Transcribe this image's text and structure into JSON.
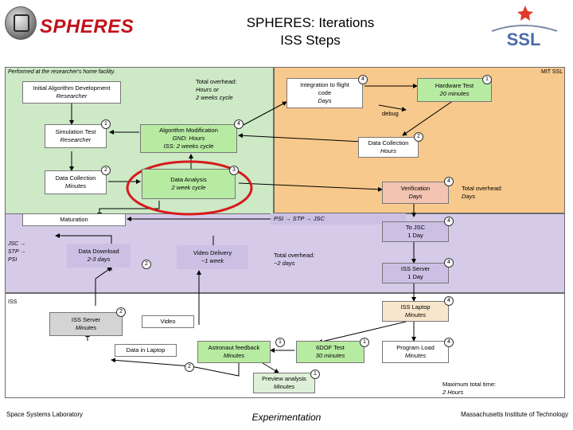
{
  "header": {
    "logo_text": "SPHERES",
    "title_line1": "SPHERES: Iterations",
    "title_line2": "ISS Steps",
    "mit_logo_text": "SSL"
  },
  "regions": {
    "home": "Performed at the researcher's home facility.",
    "mit": "MIT SSL",
    "transfer": "JSC → STP → PSI",
    "iss": "ISS"
  },
  "boxes": {
    "initial_dev": {
      "line1": "Initial Algorithm Development",
      "line2": "Researcher"
    },
    "total_overhead_home": {
      "line1": "Total overhead:",
      "line2": "Hours or",
      "line3": "2 weeks cycle"
    },
    "integration": {
      "line1": "Integration to flight",
      "line2": "code",
      "line3": "Days",
      "badge": "4"
    },
    "hardware_test": {
      "line1": "Hardware Test",
      "line2": "20 minutes",
      "badge": "1"
    },
    "debug": "debug",
    "simulation_test": {
      "line1": "Simulation Test",
      "line2": "Researcher",
      "badge": "1"
    },
    "algorithm_mod": {
      "line1": "Algorithm Modification",
      "line2": "GND: Hours",
      "line3": "ISS: 2 weeks cycle",
      "badge": "4"
    },
    "data_collection_mit": {
      "line1": "Data Collection",
      "line2": "Hours",
      "badge": "2"
    },
    "data_collection_home": {
      "line1": "Data Collection",
      "line2": "Minutes",
      "badge": "2"
    },
    "data_analysis": {
      "line1": "Data Analysis",
      "line2": "2 week cycle",
      "badge": "3"
    },
    "verification": {
      "line1": "Verification",
      "line2": "Days",
      "badge": "4"
    },
    "total_overhead_mit": {
      "line1": "Total overhead:",
      "line2": "Days"
    },
    "maturation": "Maturation",
    "psi_stp_jsc": "PSI → STP → JSC",
    "to_jsc": {
      "line1": "To JSC",
      "line2": "1 Day",
      "badge": "4"
    },
    "data_download": {
      "line1": "Data Download",
      "line2": "2-3 days"
    },
    "badge_2_xfer": "2",
    "video_delivery": {
      "line1": "Video Delivery",
      "line2": "~1 week"
    },
    "total_overhead_xfer": {
      "line1": "Total overhead:",
      "line2": "~2 days"
    },
    "iss_server_xfer": {
      "line1": "ISS Server",
      "line2": "1 Day",
      "badge": "4"
    },
    "iss_laptop": {
      "line1": "ISS Laptop",
      "line2": "Minutes",
      "badge": "4"
    },
    "iss_server_iss": {
      "line1": "ISS Server",
      "line2": "Minutes",
      "badge": "2"
    },
    "video": "Video",
    "data_in_laptop": "Data in Laptop",
    "astronaut_feedback": {
      "line1": "Astronaut feedback",
      "line2": "Minutes",
      "badge": "1"
    },
    "sixdof_test": {
      "line1": "6DOF Test",
      "line2": "30 minutes",
      "badge": "1"
    },
    "program_load": {
      "line1": "Program Load",
      "line2": "Minutes",
      "badge": "4"
    },
    "badge_2_iss": "2",
    "preview_analysis": {
      "line1": "Preview analysis",
      "line2": "Minutes",
      "badge": "1"
    },
    "maximum_time": {
      "line1": "Maximum total time:",
      "line2": "2 Hours"
    }
  },
  "footer": {
    "left": "Space Systems Laboratory",
    "center": "Experimentation",
    "right": "Massachusetts Institute of Technology"
  },
  "colors": {
    "home_panel": "#cde9c6",
    "mit_panel": "#f8c98c",
    "transfer_panel": "#d5cbe8",
    "highlight_circle": "#d7191c",
    "logo_red": "#c1121a"
  }
}
